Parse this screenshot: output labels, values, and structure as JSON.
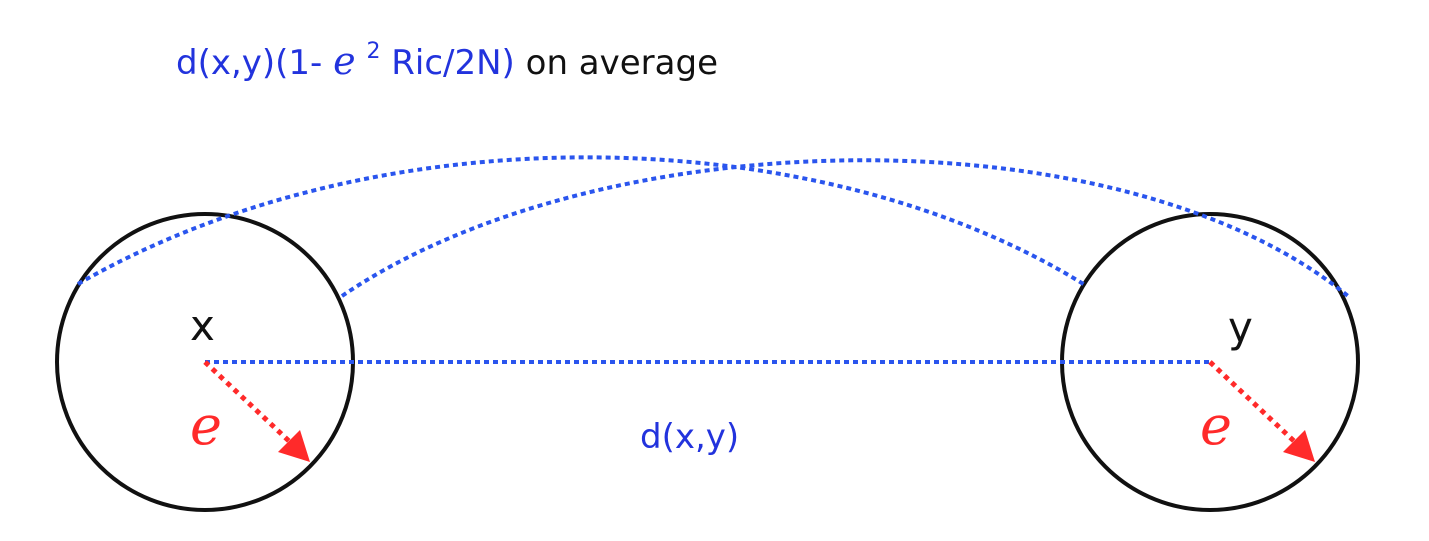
{
  "title": {
    "prefix": "d(x,y)(1- ",
    "epsilon": "e",
    "exponent": "2",
    "suffix_blue": "Ric/2N)",
    "suffix_black": " on average"
  },
  "labels": {
    "point_x": "x",
    "point_y": "y",
    "epsilon_left": "e",
    "epsilon_right": "e",
    "distance": "d(x,y)"
  },
  "colors": {
    "blue": "#2233dd",
    "dotted_blue": "#2a55ee",
    "red": "#ff2a2a",
    "black": "#111111"
  }
}
